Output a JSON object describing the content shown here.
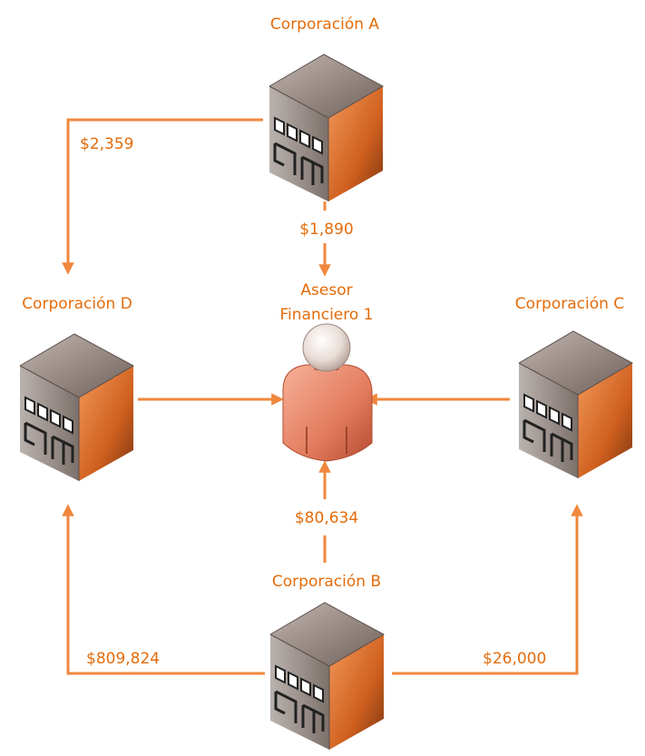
{
  "nodes": {
    "corp_a": {
      "label": "Corporación A"
    },
    "corp_b": {
      "label": "Corporación B"
    },
    "corp_c": {
      "label": "Corporación C"
    },
    "corp_d": {
      "label": "Corporación D"
    },
    "advisor": {
      "label_line1": "Asesor",
      "label_line2": "Financiero 1"
    }
  },
  "flows": {
    "a_to_d": "$2,359",
    "a_to_advisor": "$1,890",
    "b_to_advisor": "$80,634",
    "b_to_d": "$809,824",
    "b_to_c": "$26,000"
  },
  "colors": {
    "accent": "#e46c0a",
    "arrow": "#f0873e",
    "building_front": "#d66a2c",
    "building_top": "#8a7d78"
  },
  "icons": {
    "building": "building-icon",
    "person": "financial-advisor-person-icon"
  }
}
